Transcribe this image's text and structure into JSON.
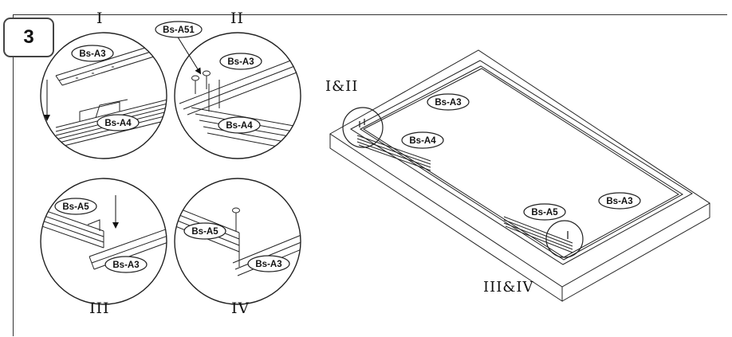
{
  "step": "3",
  "details": {
    "I": {
      "label": "I",
      "parts": [
        "Bs-A3",
        "Bs-A4"
      ]
    },
    "II": {
      "label": "II",
      "parts": [
        "Bs-A51",
        "Bs-A3",
        "Bs-A4"
      ]
    },
    "III": {
      "label": "III",
      "parts": [
        "Bs-A5",
        "Bs-A3"
      ]
    },
    "IV": {
      "label": "IV",
      "parts": [
        "Bs-A5",
        "Bs-A3"
      ]
    }
  },
  "overview": {
    "callout_top": "I&II",
    "callout_bottom": "III&IV",
    "parts": [
      "Bs-A3",
      "Bs-A4",
      "Bs-A5",
      "Bs-A3"
    ]
  }
}
